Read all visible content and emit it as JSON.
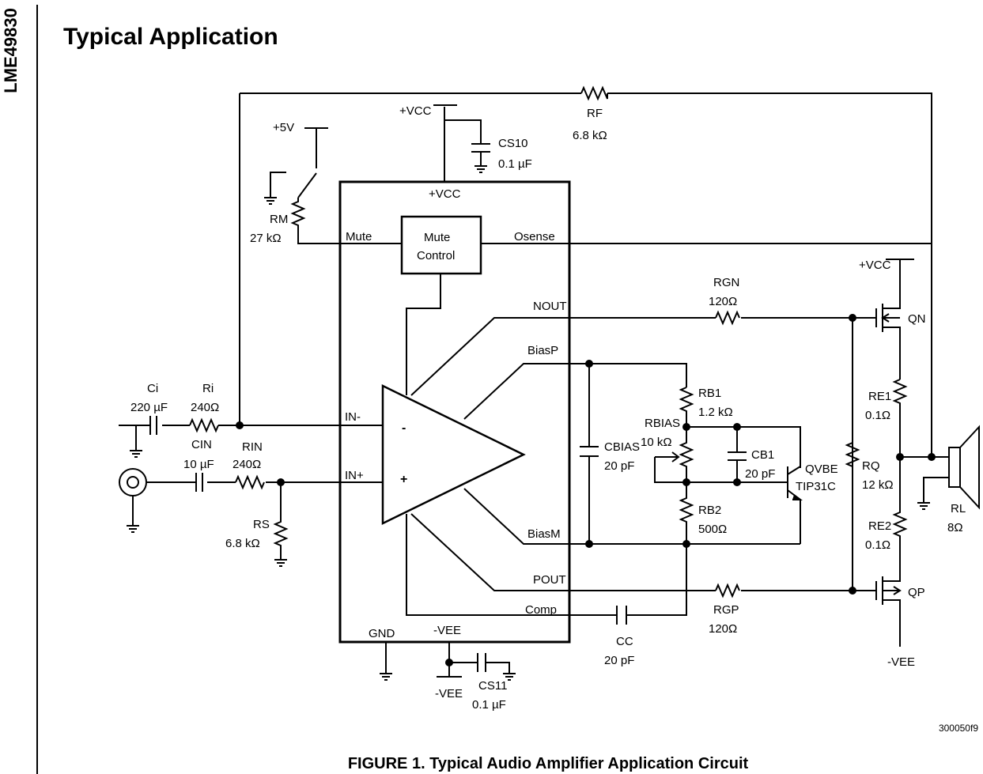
{
  "header": {
    "part_number": "LME49830",
    "section_title": "Typical Application"
  },
  "figure": {
    "code": "300050f9",
    "caption": "FIGURE 1. Typical Audio Amplifier Application Circuit"
  },
  "schematic": {
    "ic_labels": {
      "vcc": "+VCC",
      "mute": "Mute",
      "mute_control_1": "Mute",
      "mute_control_2": "Control",
      "osense": "Osense",
      "nout": "NOUT",
      "biasp": "BiasP",
      "in_minus": "IN-",
      "in_plus": "IN+",
      "minus_sign": "-",
      "plus_sign": "+",
      "biasm": "BiasM",
      "pout": "POUT",
      "comp": "Comp",
      "gnd": "GND",
      "vee": "-VEE"
    },
    "components": {
      "ci": {
        "name": "Ci",
        "value": "220 µF"
      },
      "ri": {
        "name": "Ri",
        "value": "240Ω"
      },
      "cin": {
        "name": "CIN",
        "value": "10 µF"
      },
      "rin": {
        "name": "RIN",
        "value": "240Ω"
      },
      "rs": {
        "name": "RS",
        "value": "6.8 kΩ"
      },
      "rm": {
        "name": "RM",
        "value": "27 kΩ"
      },
      "five_v": "+5V",
      "vcc_top": "+VCC",
      "cs10": {
        "name": "CS10",
        "value": "0.1 µF"
      },
      "rf": {
        "name": "RF",
        "value": "6.8 kΩ"
      },
      "rgn": {
        "name": "RGN",
        "value": "120Ω"
      },
      "rgp": {
        "name": "RGP",
        "value": "120Ω"
      },
      "cbias": {
        "name": "CBIAS",
        "value": "20 pF"
      },
      "rb1": {
        "name": "RB1",
        "value": "1.2 kΩ"
      },
      "rbias": {
        "name": "RBIAS",
        "value": "10 kΩ"
      },
      "cb1": {
        "name": "CB1",
        "value": "20 pF"
      },
      "qvbe": {
        "name": "QVBE",
        "value": "TIP31C"
      },
      "rb2": {
        "name": "RB2",
        "value": "500Ω"
      },
      "cc": {
        "name": "CC",
        "value": "20 pF"
      },
      "cs11": {
        "name": "CS11",
        "value": "0.1 µF"
      },
      "vee_bottom": "-VEE",
      "vcc_right": "+VCC",
      "qn": "QN",
      "re1": {
        "name": "RE1",
        "value": "0.1Ω"
      },
      "rq": {
        "name": "RQ",
        "value": "12 kΩ"
      },
      "re2": {
        "name": "RE2",
        "value": "0.1Ω"
      },
      "qp": "QP",
      "vee_right": "-VEE",
      "rl": {
        "name": "RL",
        "value": "8Ω"
      }
    }
  }
}
